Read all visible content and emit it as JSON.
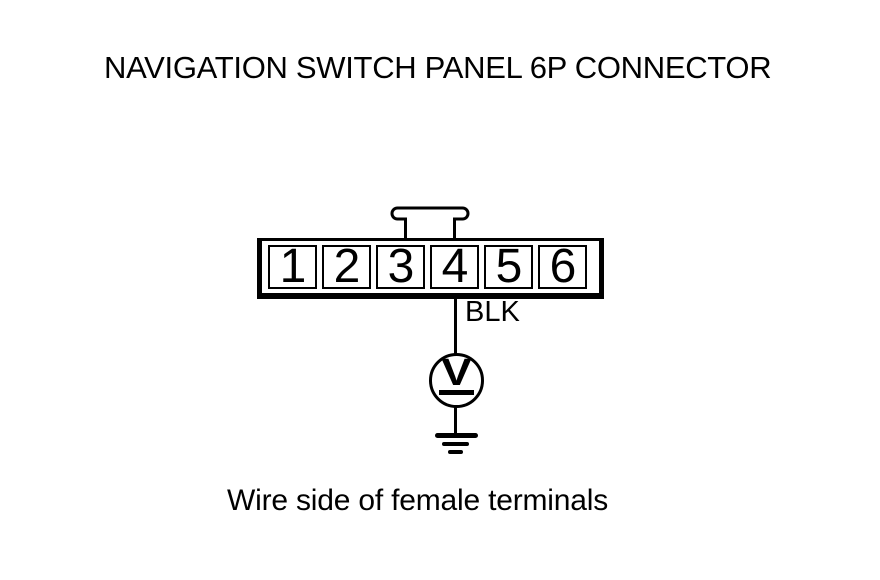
{
  "colors": {
    "ink": "#000000",
    "paper": "#ffffff"
  },
  "title": "NAVIGATION SWITCH PANEL 6P CONNECTOR",
  "connector": {
    "label": "6P connector",
    "terminals": [
      "1",
      "2",
      "3",
      "4",
      "5",
      "6"
    ]
  },
  "wire": {
    "color_label": "BLK",
    "from_terminal": "4"
  },
  "meter": {
    "symbol": "V"
  },
  "icons": {
    "latch": "connector-latch-icon",
    "meter": "voltmeter-icon",
    "ground": "ground-icon"
  },
  "caption": "Wire side of female terminals"
}
